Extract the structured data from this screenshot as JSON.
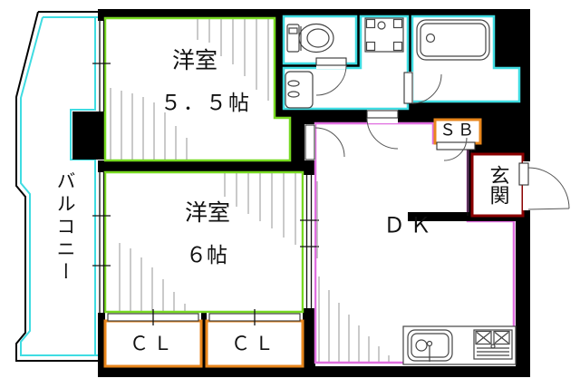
{
  "figure_type": "apartment-floor-plan",
  "labels": {
    "room1_name": "洋室",
    "room1_size": "５．５帖",
    "room2_name": "洋室",
    "room2_size": "６帖",
    "balcony": "バルコニー",
    "dk": "ＤＫ",
    "genkan": "玄関",
    "sb": "ＳＢ",
    "cl_left": "ＣＬ",
    "cl_right": "ＣＬ"
  },
  "colors": {
    "wall": "#000000",
    "room_border": "#77d921",
    "water_border": "#3fdce2",
    "dk_border": "#e06ee0",
    "closet_border": "#e8861c",
    "genkan_border": "#8a0000"
  }
}
